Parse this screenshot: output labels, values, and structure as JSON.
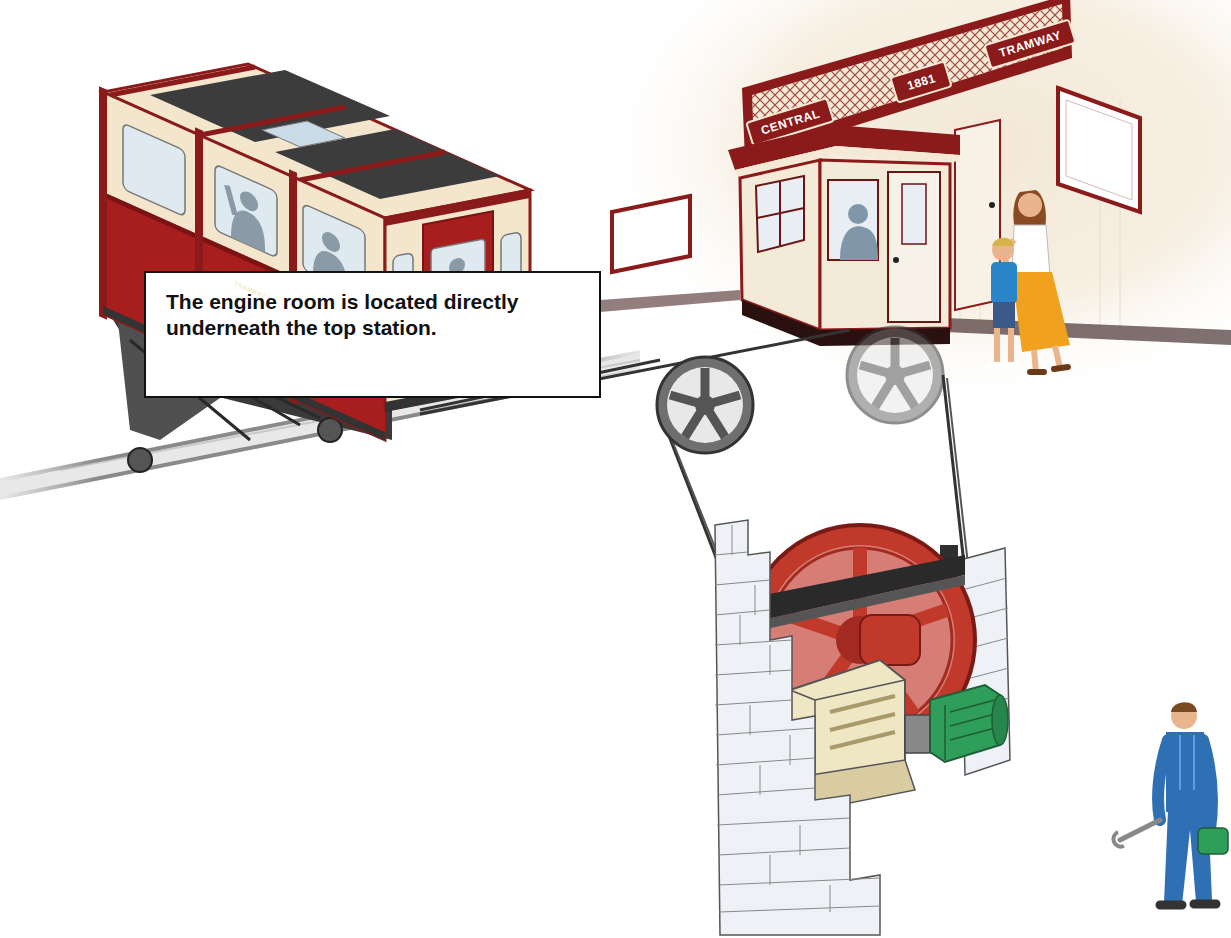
{
  "diagram": {
    "nodes": [
      {
        "text": [
          "The engine room is located directly underneath the top station."
        ]
      }
    ],
    "labels": [
      "CENTRAL",
      "1881",
      "TRAMWAY",
      "TRAMWAY"
    ]
  }
}
